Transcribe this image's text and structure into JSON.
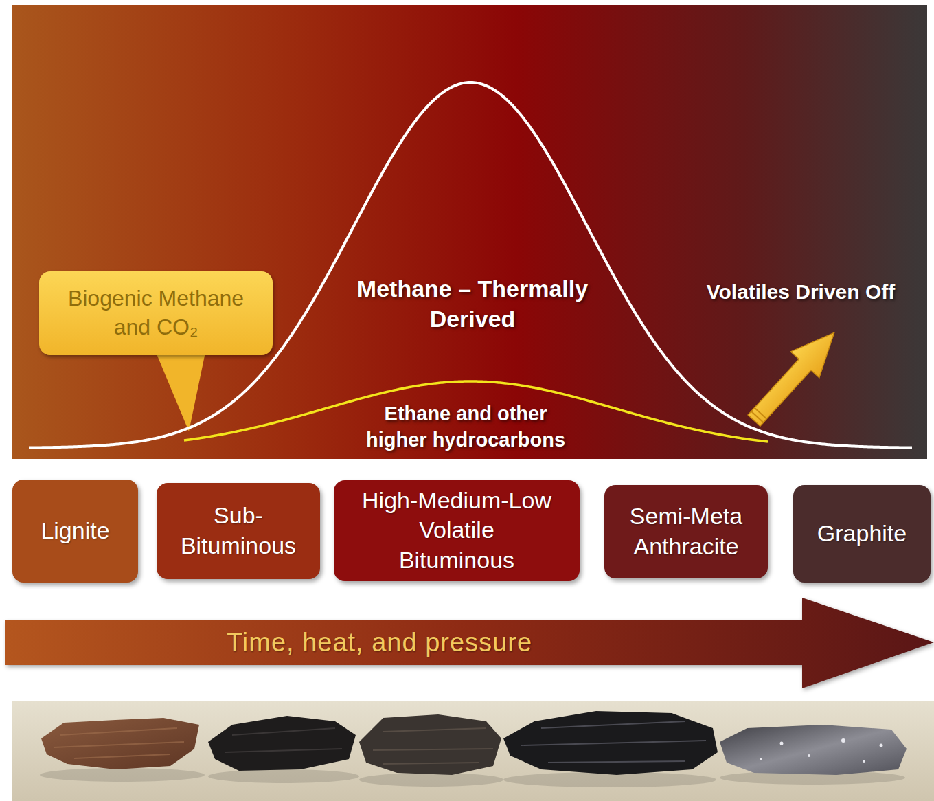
{
  "diagram": {
    "nodes": [
      {
        "text": [
          "Methane – Thermally Derived",
          "Volatiles Driven Off",
          "Ethane and other higher hydrocarbons"
        ]
      },
      {
        "text": [
          "Biogenic Methane and CO₂"
        ],
        "in": 0
      },
      {
        "text": [
          "Lignite"
        ]
      },
      {
        "text": [
          "Sub- Bituminous"
        ]
      },
      {
        "text": [
          "High-Medium-Low Volatile Bituminous"
        ]
      },
      {
        "text": [
          "Semi-Meta Anthracite"
        ]
      },
      {
        "text": [
          "Graphite"
        ]
      },
      {
        "text": [
          "Time, heat, and pressure"
        ]
      }
    ]
  }
}
